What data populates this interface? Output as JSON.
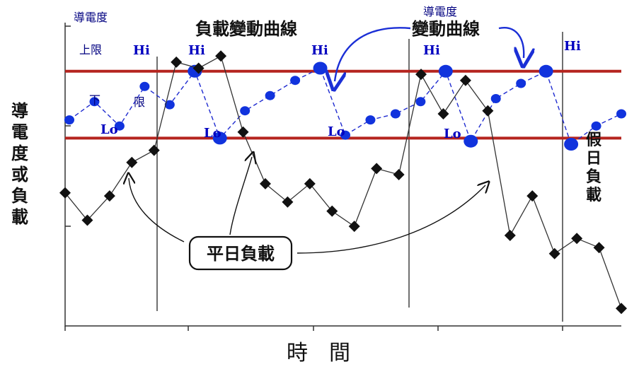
{
  "chart_data": {
    "type": "line",
    "xlabel": "時　間",
    "ylabel": "導電度或負載",
    "title": "負載變動曲線",
    "title2": "變動曲線",
    "conductivity_label": "導電度",
    "conductivity_label2": "導電度",
    "upper_limit_label": "上限",
    "lower_limit_label_1": "下",
    "lower_limit_label_2": "限",
    "weekday_load_label": "平日負載",
    "holiday_load_label": "假日負載",
    "hi_label": "Hi",
    "lo_label": "Lo",
    "upper_limit": 0.84,
    "lower_limit": 0.62,
    "load": [
      0.44,
      0.35,
      0.43,
      0.54,
      0.58,
      0.87,
      0.85,
      0.89,
      0.64,
      0.47,
      0.41,
      0.47,
      0.38,
      0.33,
      0.52,
      0.5,
      0.83,
      0.7,
      0.81,
      0.71,
      0.3,
      0.43,
      0.24,
      0.29,
      0.26,
      0.06
    ],
    "conductivity": [
      0.68,
      0.74,
      0.66,
      0.79,
      0.73,
      0.84,
      0.62,
      0.71,
      0.76,
      0.81,
      0.85,
      0.63,
      0.68,
      0.7,
      0.74,
      0.84,
      0.61,
      0.75,
      0.8,
      0.84,
      0.6,
      0.66,
      0.7
    ]
  }
}
